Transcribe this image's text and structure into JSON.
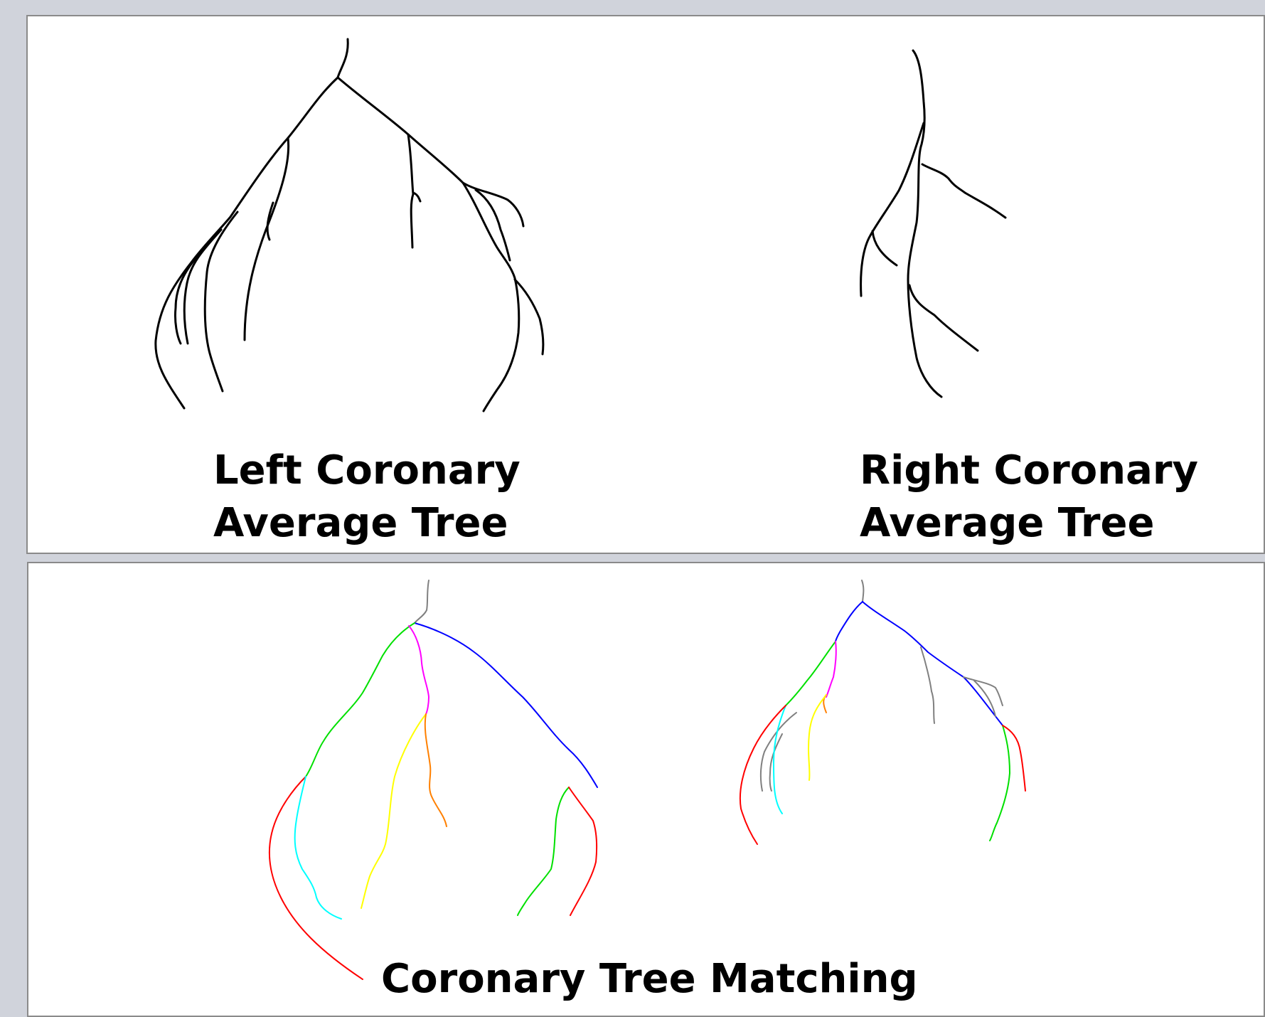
{
  "top_panel": {
    "left_caption": {
      "line1": "Left Coronary",
      "line2": "Average Tree"
    },
    "right_caption": {
      "line1": "Right Coronary",
      "line2": "Average Tree"
    }
  },
  "bottom_panel": {
    "caption": "Coronary Tree Matching"
  },
  "colors": {
    "background": "#d0d3db",
    "panel": "#ffffff",
    "average_tree": "#000000",
    "match_grey": "#808080",
    "match_blue": "#0000ff",
    "match_green": "#00e000",
    "match_magenta": "#ff00ff",
    "match_yellow": "#ffff00",
    "match_orange": "#ff8000",
    "match_red": "#ff0000",
    "match_cyan": "#00ffff"
  }
}
